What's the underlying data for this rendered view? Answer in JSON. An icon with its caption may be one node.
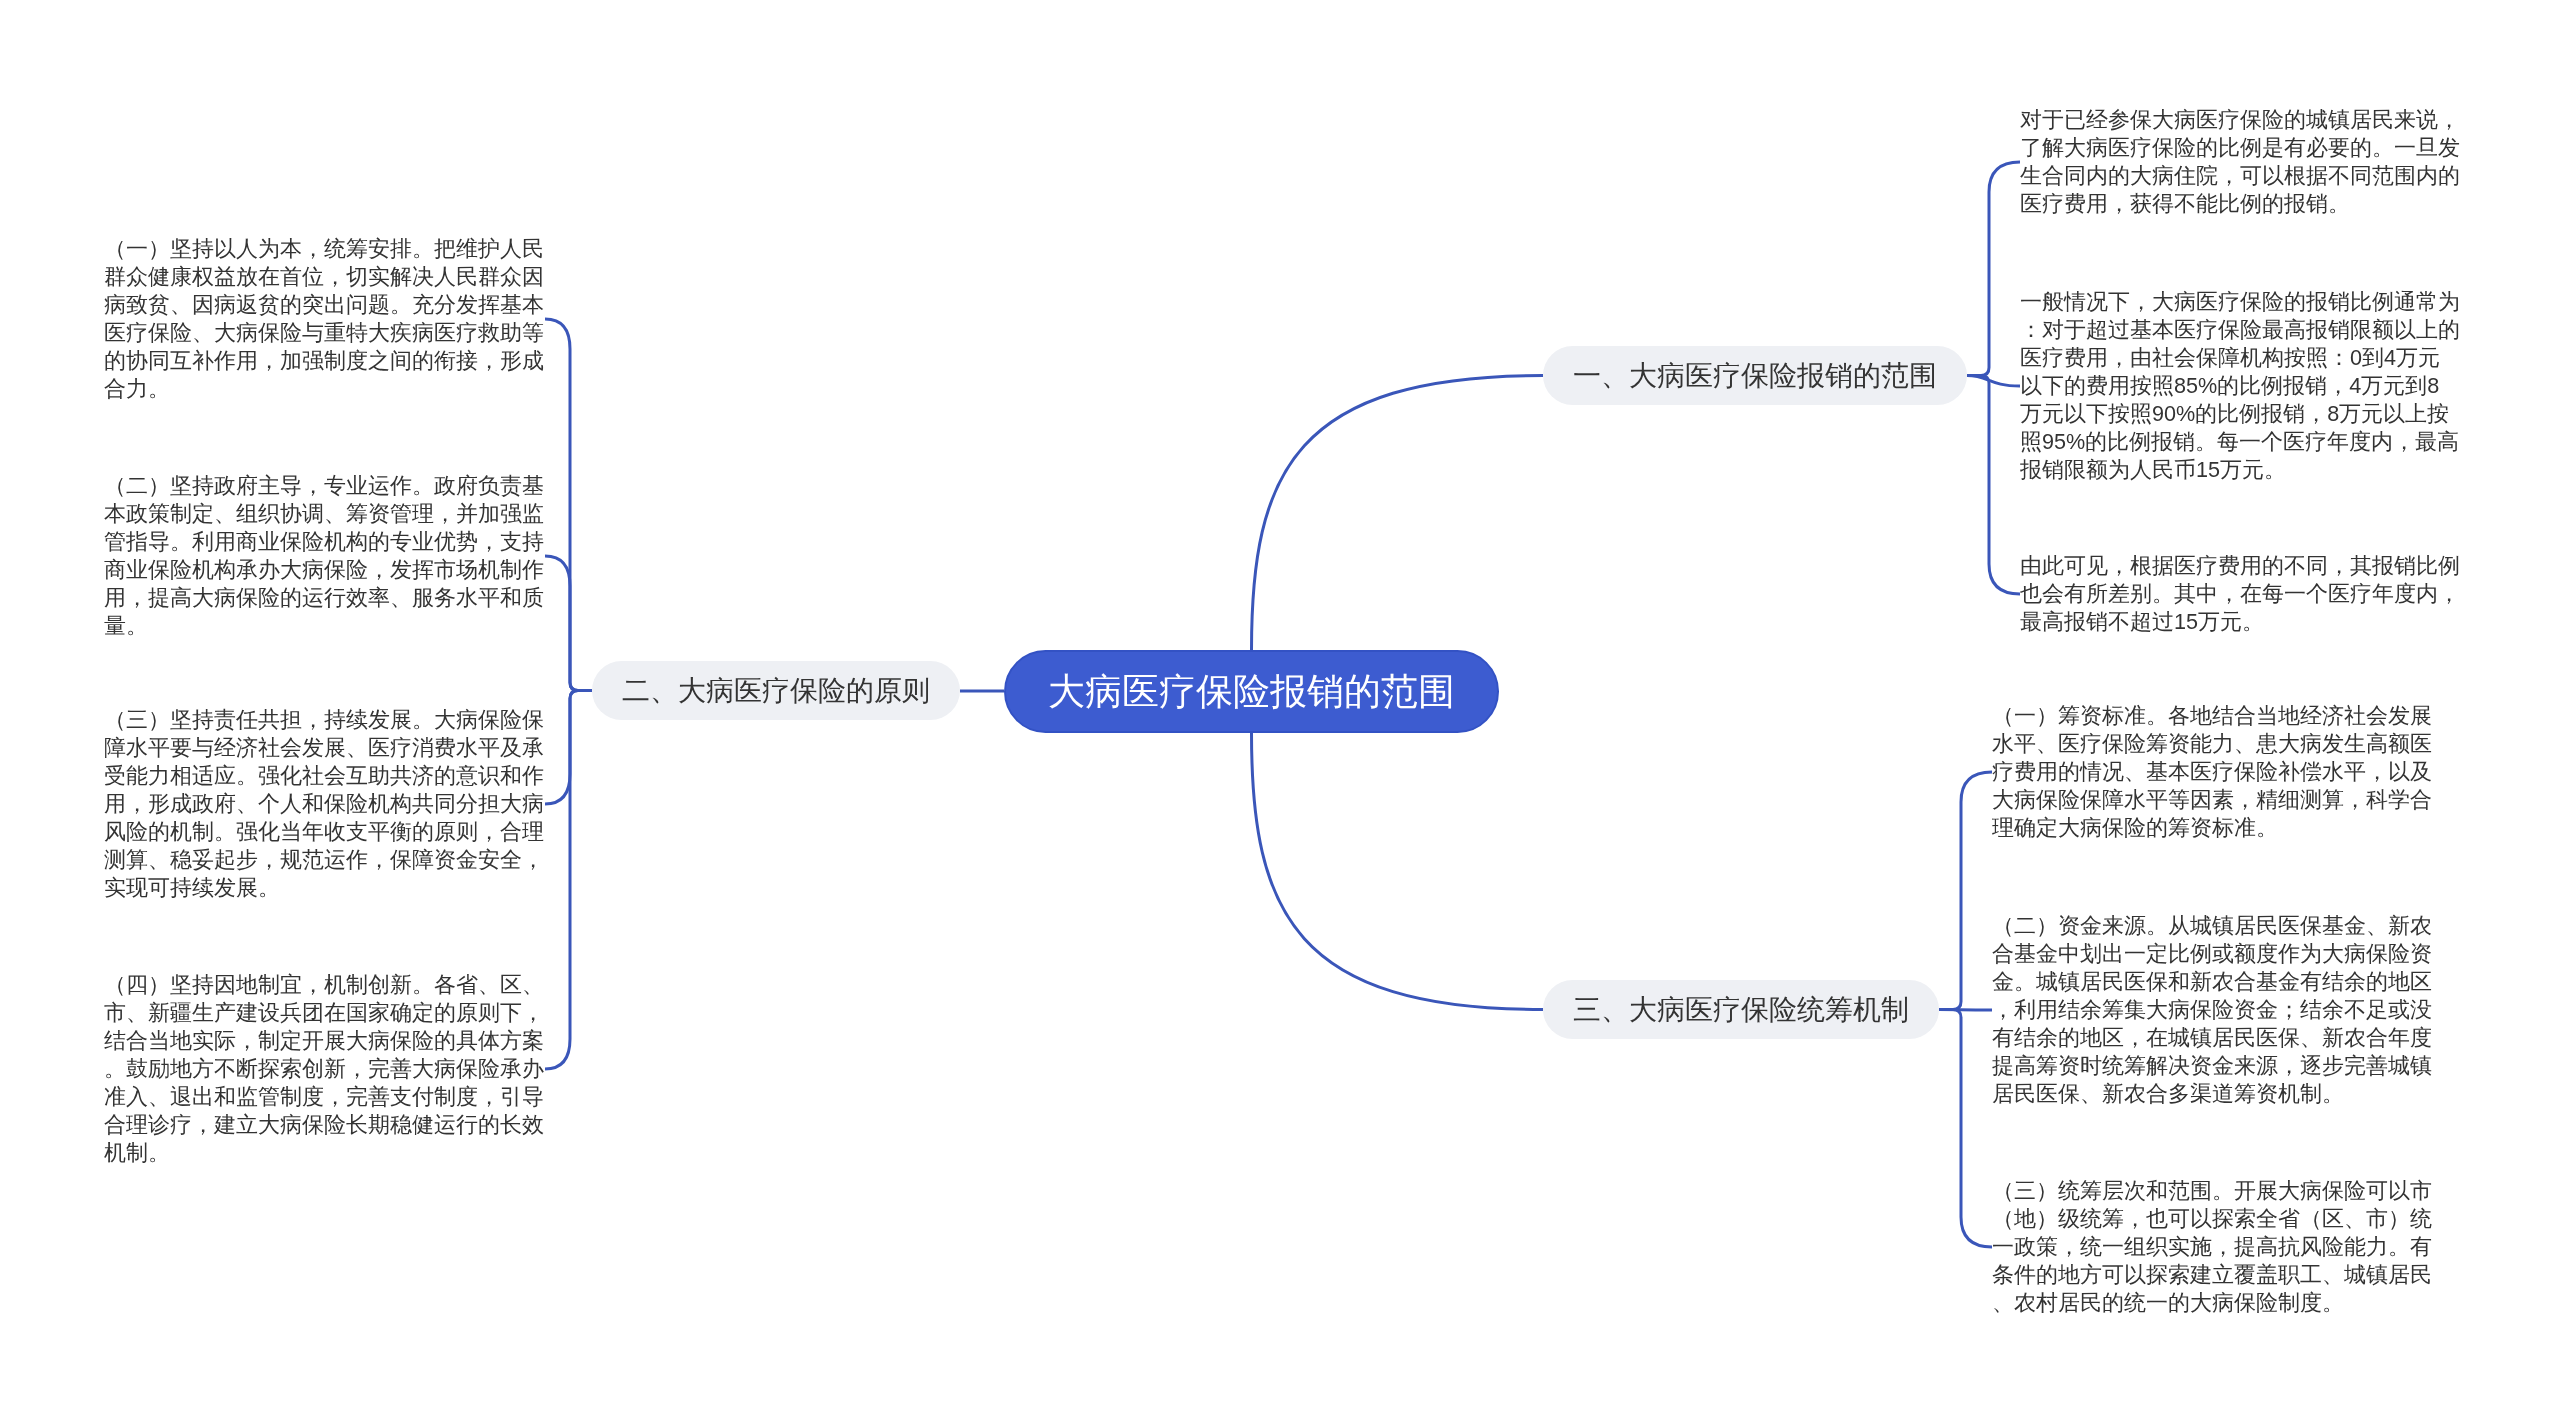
{
  "diagram": {
    "nodes": [
      {
        "text": [
          "大病医疗保险报销的范围"
        ]
      },
      {
        "text": [
          "一、大病医疗保险报销的范围"
        ]
      },
      {
        "text": [
          "对于已经参保大病医疗保险的城镇居民来说，了解大病医疗保险的比例是有必要的。一旦发生合同内的大病住院，可以根据不同范围内的医疗费用，获得不能比例的报销。"
        ]
      },
      {
        "text": [
          "一般情况下，大病医疗保险的报销比例通常为：对于超过基本医疗保险最高报销限额以上的医疗费用，由社会保障机构按照：0到4万元以下的费用按照85%的比例报销，4万元到8万元以下按照90%的比例报销，8万元以上按照95%的比例报销。每一个医疗年度内，最高报销限额为人民币15万元。"
        ]
      },
      {
        "text": [
          "由此可见，根据医疗费用的不同，其报销比例也会有所差别。其中，在每一个医疗年度内，最高报销不超过15万元。"
        ]
      },
      {
        "text": [
          "二、大病医疗保险的原则"
        ]
      },
      {
        "text": [
          "（一）坚持以人为本，统筹安排。把维护人民群众健康权益放在首位，切实解决人民群众因病致贫、因病返贫的突出问题。充分发挥基本医疗保险、大病保险与重特大疾病医疗救助等的协同互补作用，加强制度之间的衔接，形成合力。"
        ]
      },
      {
        "text": [
          "（二）坚持政府主导，专业运作。政府负责基本政策制定、组织协调、筹资管理，并加强监管指导。利用商业保险机构的专业优势，支持商业保险机构承办大病保险，发挥市场机制作用，提高大病保险的运行效率、服务水平和质量。"
        ]
      },
      {
        "text": [
          "（三）坚持责任共担，持续发展。大病保险保障水平要与经济社会发展、医疗消费水平及承受能力相适应。强化社会互助共济的意识和作用，形成政府、个人和保险机构共同分担大病风险的机制。强化当年收支平衡的原则，合理测算、稳妥起步，规范运作，保障资金安全，实现可持续发展。"
        ]
      },
      {
        "text": [
          "（四）坚持因地制宜，机制创新。各省、区、市、新疆生产建设兵团在国家确定的原则下，结合当地实际，制定开展大病保险的具体方案。鼓励地方不断探索创新，完善大病保险承办准入、退出和监管制度，完善支付制度，引导合理诊疗，建立大病保险长期稳健运行的长效机制。"
        ]
      },
      {
        "text": [
          "三、大病医疗保险统筹机制"
        ]
      },
      {
        "text": [
          "（一）筹资标准。各地结合当地经济社会发展水平、医疗保险筹资能力、患大病发生高额医疗费用的情况、基本医疗保险补偿水平，以及大病保险保障水平等因素，精细测算，科学合理确定大病保险的筹资标准。"
        ]
      },
      {
        "text": [
          "（二）资金来源。从城镇居民医保基金、新农合基金中划出一定比例或额度作为大病保险资金。城镇居民医保和新农合基金有结余的地区，利用结余筹集大病保险资金；结余不足或没有结余的地区，在城镇居民医保、新农合年度提高筹资时统筹解决资金来源，逐步完善城镇居民医保、新农合多渠道筹资机制。"
        ]
      },
      {
        "text": [
          "（三）统筹层次和范围。开展大病保险可以市（地）级统筹，也可以探索全省（区、市）统一政策，统一组织实施，提高抗风险能力。有条件的地方可以探索建立覆盖职工、城镇居民、农村居民的统一的大病保险制度。"
        ]
      }
    ],
    "edges": [
      {
        "from": 0,
        "to": 1,
        "arrow": "none"
      },
      {
        "from": 1,
        "to": 2,
        "arrow": "none"
      },
      {
        "from": 1,
        "to": 3,
        "arrow": "none"
      },
      {
        "from": 1,
        "to": 4,
        "arrow": "none"
      },
      {
        "from": 0,
        "to": 5,
        "arrow": "none"
      },
      {
        "from": 5,
        "to": 6,
        "arrow": "none"
      },
      {
        "from": 5,
        "to": 7,
        "arrow": "none"
      },
      {
        "from": 5,
        "to": 8,
        "arrow": "none"
      },
      {
        "from": 5,
        "to": 9,
        "arrow": "none"
      },
      {
        "from": 0,
        "to": 10,
        "arrow": "none"
      },
      {
        "from": 10,
        "to": 11,
        "arrow": "none"
      },
      {
        "from": 10,
        "to": 12,
        "arrow": "none"
      },
      {
        "from": 10,
        "to": 13,
        "arrow": "none"
      }
    ]
  }
}
